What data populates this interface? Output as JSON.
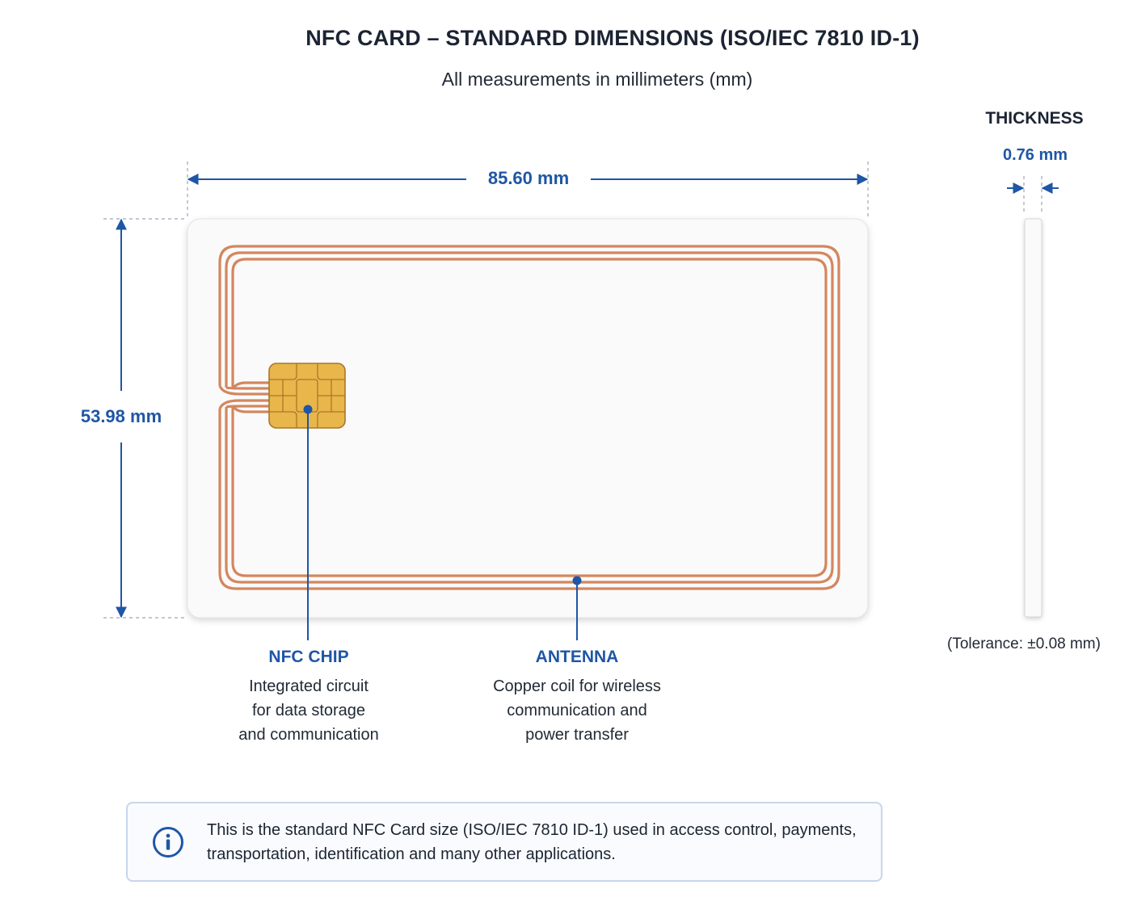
{
  "title": "NFC CARD – STANDARD DIMENSIONS (ISO/IEC 7810 ID-1)",
  "subtitle": "All measurements in millimeters (mm)",
  "dimensions": {
    "width_label": "85.60 mm",
    "height_label": "53.98 mm"
  },
  "thickness": {
    "heading": "THICKNESS",
    "value_label": "0.76 mm",
    "tolerance": "(Tolerance: ±0.08 mm)"
  },
  "callouts": {
    "chip": {
      "heading": "NFC CHIP",
      "description": "Integrated circuit\nfor data storage\nand communication"
    },
    "antenna": {
      "heading": "ANTENNA",
      "description": "Copper coil for wireless\ncommunication and\npower transfer"
    }
  },
  "info": {
    "icon": "info-icon",
    "text": "This is the standard NFC Card size (ISO/IEC 7810 ID-1) used in access control, payments, transportation, identification and many other applications."
  },
  "colors": {
    "accent": "#1f56a5",
    "antenna_copper": "#d4865e",
    "chip_gold": "#e8b64a",
    "card_fill": "#fafafa"
  }
}
